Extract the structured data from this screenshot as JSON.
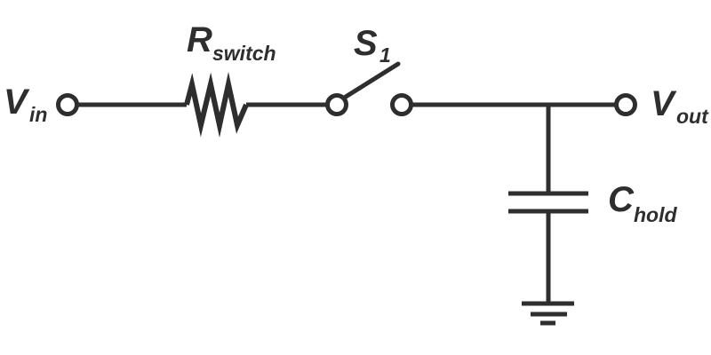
{
  "colors": {
    "line": "#2e2e2e",
    "background": "#ffffff"
  },
  "labels": {
    "vin": {
      "main": "V",
      "sub": "in"
    },
    "rswitch": {
      "main": "R",
      "sub": "switch"
    },
    "s1": {
      "main": "S",
      "sub": "1"
    },
    "vout": {
      "main": "V",
      "sub": "out"
    },
    "chold": {
      "main": "C",
      "sub": "hold"
    }
  }
}
